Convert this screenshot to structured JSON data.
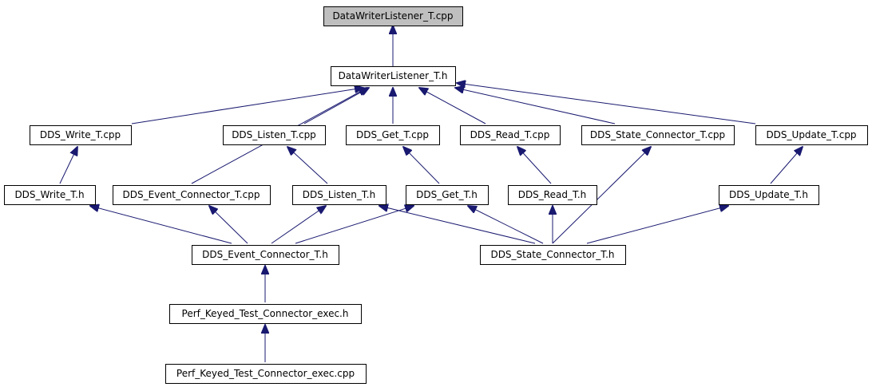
{
  "root": "DataWriterListener_T.cpp",
  "edge_color": "#191970",
  "root_fill": "#bfbfbf",
  "nodes": [
    {
      "id": "n0",
      "label": "DataWriterListener_T.cpp",
      "root": true
    },
    {
      "id": "n1",
      "label": "DataWriterListener_T.h"
    },
    {
      "id": "n2",
      "label": "DDS_Write_T.cpp"
    },
    {
      "id": "n3",
      "label": "DDS_Listen_T.cpp"
    },
    {
      "id": "n4",
      "label": "DDS_Get_T.cpp"
    },
    {
      "id": "n5",
      "label": "DDS_Read_T.cpp"
    },
    {
      "id": "n6",
      "label": "DDS_State_Connector_T.cpp"
    },
    {
      "id": "n7",
      "label": "DDS_Update_T.cpp"
    },
    {
      "id": "n8",
      "label": "DDS_Write_T.h"
    },
    {
      "id": "n9",
      "label": "DDS_Event_Connector_T.cpp"
    },
    {
      "id": "n10",
      "label": "DDS_Listen_T.h"
    },
    {
      "id": "n11",
      "label": "DDS_Get_T.h"
    },
    {
      "id": "n12",
      "label": "DDS_Read_T.h"
    },
    {
      "id": "n13",
      "label": "DDS_Update_T.h"
    },
    {
      "id": "n14",
      "label": "DDS_Event_Connector_T.h"
    },
    {
      "id": "n15",
      "label": "DDS_State_Connector_T.h"
    },
    {
      "id": "n16",
      "label": "Perf_Keyed_Test_Connector_exec.h"
    },
    {
      "id": "n17",
      "label": "Perf_Keyed_Test_Connector_exec.cpp"
    }
  ],
  "edges": [
    {
      "from": "n1",
      "to": "n0"
    },
    {
      "from": "n2",
      "to": "n1"
    },
    {
      "from": "n9",
      "to": "n1"
    },
    {
      "from": "n3",
      "to": "n1"
    },
    {
      "from": "n4",
      "to": "n1"
    },
    {
      "from": "n5",
      "to": "n1"
    },
    {
      "from": "n6",
      "to": "n1"
    },
    {
      "from": "n7",
      "to": "n1"
    },
    {
      "from": "n8",
      "to": "n2"
    },
    {
      "from": "n10",
      "to": "n3"
    },
    {
      "from": "n11",
      "to": "n4"
    },
    {
      "from": "n12",
      "to": "n5"
    },
    {
      "from": "n13",
      "to": "n7"
    },
    {
      "from": "n15",
      "to": "n6"
    },
    {
      "from": "n14",
      "to": "n8"
    },
    {
      "from": "n14",
      "to": "n9"
    },
    {
      "from": "n14",
      "to": "n10"
    },
    {
      "from": "n14",
      "to": "n11"
    },
    {
      "from": "n15",
      "to": "n10"
    },
    {
      "from": "n15",
      "to": "n11"
    },
    {
      "from": "n15",
      "to": "n12"
    },
    {
      "from": "n15",
      "to": "n13"
    },
    {
      "from": "n16",
      "to": "n14"
    },
    {
      "from": "n17",
      "to": "n16"
    }
  ]
}
